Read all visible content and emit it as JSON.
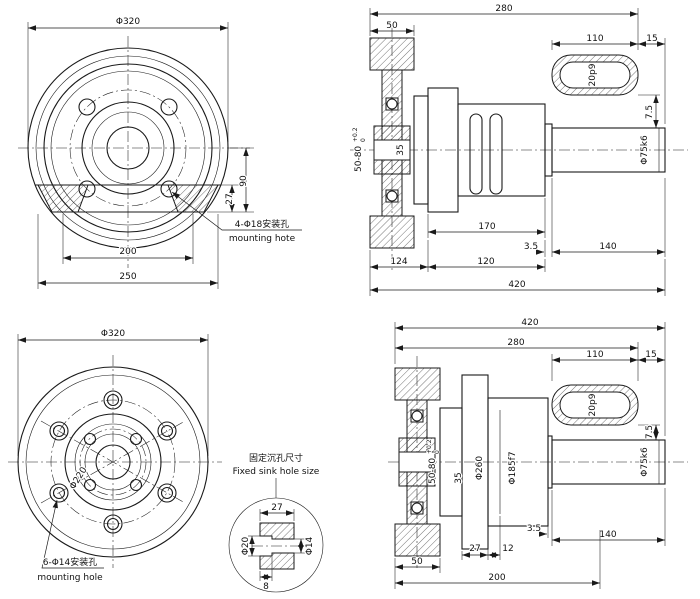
{
  "drawing": {
    "flange_top": {
      "dia": "Φ320",
      "d90": "90",
      "d27": "27",
      "hole_label_cn": "4-Φ18安装孔",
      "hole_label_en": "mounting hote",
      "d200": "200",
      "d250": "250"
    },
    "section_top": {
      "d280": "280",
      "d50": "50",
      "d110": "110",
      "d15": "15",
      "key": "20p9",
      "d7_5": "7.5",
      "shaft_fit": "Φ75k6",
      "bore": "50-80",
      "bore_hi": "+0.2",
      "bore_lo": "0",
      "d35": "35",
      "d170": "170",
      "d3_5": "3.5",
      "d140": "140",
      "d124": "124",
      "d120": "120",
      "d420": "420"
    },
    "flange_bottom": {
      "dia": "Φ320",
      "bolt_circle": "Φ220",
      "hole_label_cn": "6-Φ14安装孔",
      "hole_label_en": "mounting hole"
    },
    "sink_detail": {
      "title_cn": "固定沉孔尺寸",
      "title_en": "Fixed sink hole size",
      "d27": "27",
      "d14": "Φ14",
      "d20": "Φ20",
      "d8": "8"
    },
    "section_bottom": {
      "d420": "420",
      "d280": "280",
      "d110": "110",
      "d15": "15",
      "key": "20p9",
      "d7_5": "7.5",
      "shaft_fit": "Φ75k6",
      "bore": "50-80",
      "bore_hi": "+0.2",
      "bore_lo": "0",
      "d35": "35",
      "dia_260": "Φ260",
      "dia_185": "Φ185f7",
      "d3_5": "3.5",
      "d140": "140",
      "d27": "27",
      "d12": "12",
      "d50": "50",
      "d200": "200"
    }
  }
}
